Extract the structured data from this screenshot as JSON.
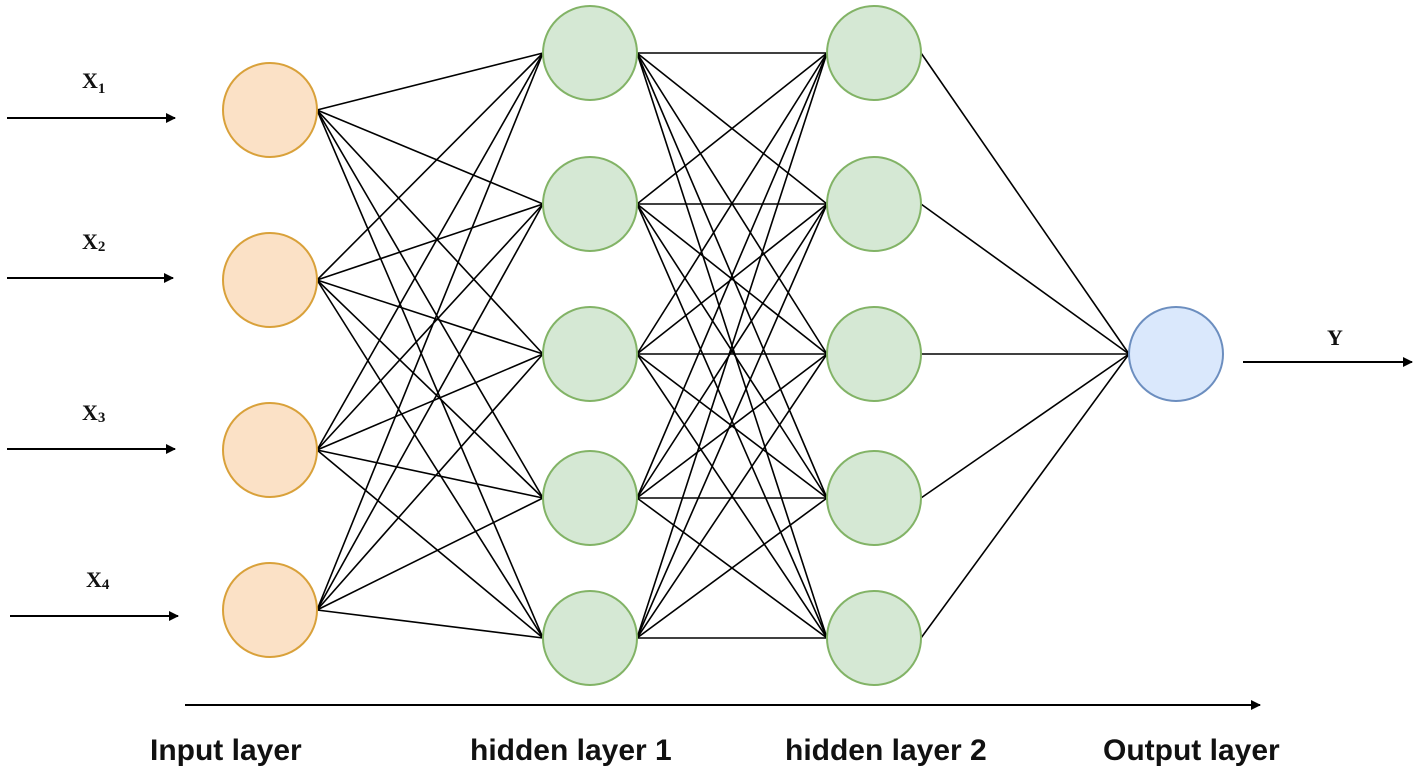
{
  "inputs": [
    {
      "base": "X",
      "sub": "1"
    },
    {
      "base": "X",
      "sub": "2"
    },
    {
      "base": "X",
      "sub": "3"
    },
    {
      "base": "X",
      "sub": "4"
    }
  ],
  "output": {
    "label": "Y"
  },
  "layer_labels": {
    "input": "Input layer",
    "hidden1": "hidden layer 1",
    "hidden2": "hidden layer 2",
    "output": "Output layer"
  },
  "network": {
    "layer_sizes": [
      4,
      5,
      5,
      1
    ],
    "connectivity": "fully-connected"
  },
  "colors": {
    "input_fill": "#fbe1c6",
    "input_stroke": "#d9a13a",
    "hidden_fill": "#d5e8d4",
    "hidden_stroke": "#82b366",
    "output_fill": "#dae8fc",
    "output_stroke": "#6c8ebf",
    "line": "#000000"
  }
}
